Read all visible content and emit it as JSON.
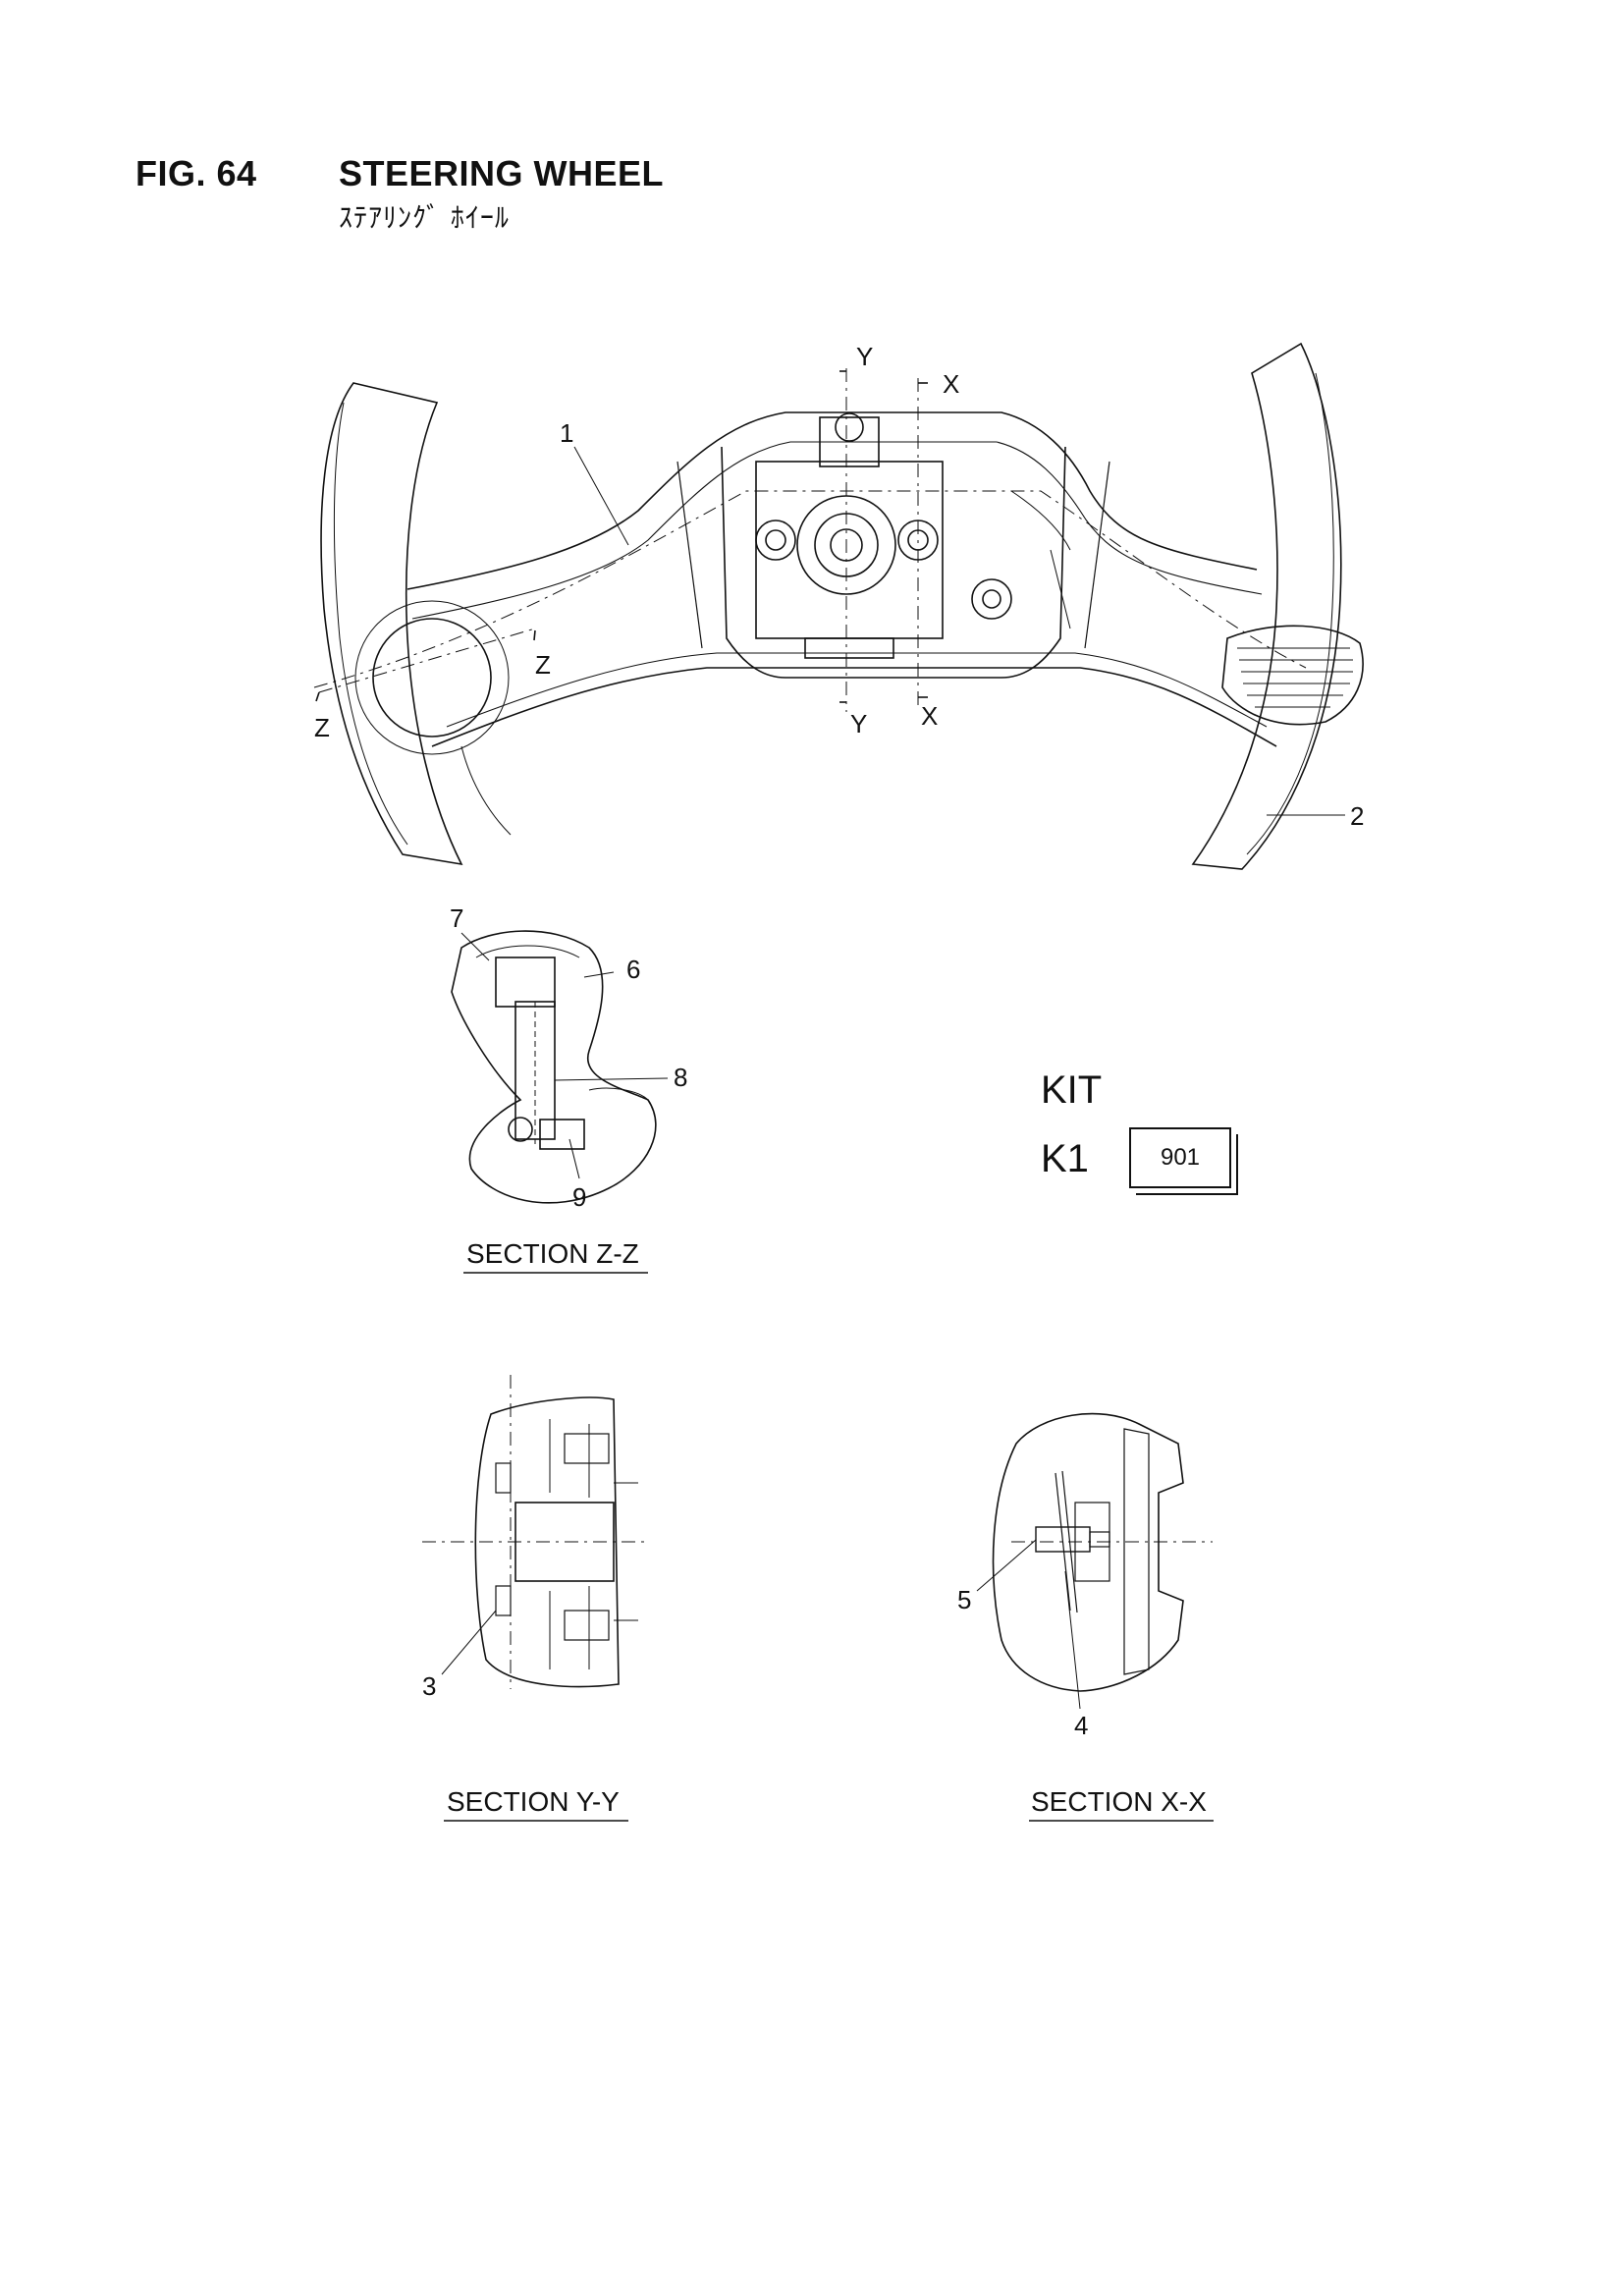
{
  "header": {
    "fig_number": "FIG. 64",
    "title": "STEERING WHEEL",
    "title_jp": "ｽﾃｱﾘﾝｸﾞ ﾎｲｰﾙ"
  },
  "cut_markers": {
    "x_top": "X",
    "x_bottom": "X",
    "y_top": "Y",
    "y_bottom": "Y",
    "z_left": "Z",
    "z_mid": "Z"
  },
  "callouts": {
    "c1": "1",
    "c2": "2",
    "c3": "3",
    "c4": "4",
    "c5": "5",
    "c6": "6",
    "c7": "7",
    "c8": "8",
    "c9": "9"
  },
  "sections": {
    "zz": "SECTION Z-Z",
    "yy": "SECTION Y-Y",
    "xx": "SECTION X-X"
  },
  "kit": {
    "heading": "KIT",
    "code": "K1",
    "box_value": "901"
  },
  "colors": {
    "ink": "#111111",
    "paper": "#ffffff"
  }
}
